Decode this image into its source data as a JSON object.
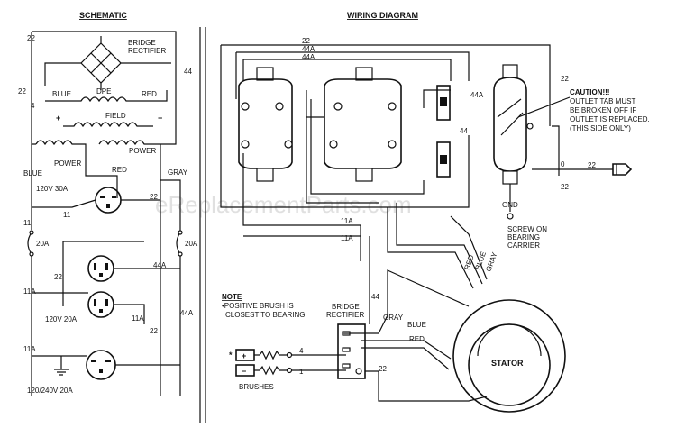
{
  "headers": {
    "schematic": "SCHEMATIC",
    "wiring": "WIRING DIAGRAM"
  },
  "watermark": "eReplacementParts.com",
  "schematic": {
    "bridge_rectifier": [
      "BRIDGE",
      "RECTIFIER"
    ],
    "wire_22_top": "22",
    "wire_44": "44",
    "wire_4": "4",
    "blue": "BLUE",
    "dpe": "DPE",
    "red": "RED",
    "field": "FIELD",
    "plus": "+",
    "minus": "−",
    "power_right": "POWER",
    "power_left": "POWER",
    "blue_left": "BLUE",
    "red_mid": "RED",
    "gray": "GRAY",
    "outlet_30a": "120V  30A",
    "wire_22_a": "22",
    "wire_11_a": "11",
    "wire_11_b": "11",
    "breaker_20a_left": "20A",
    "breaker_20a_right": "20A",
    "wire_22_b": "22",
    "wire_44a_a": "44A",
    "wire_11a_a": "11A",
    "wire_11a_b": "11A",
    "outlet_20a": "120V  20A",
    "wire_44a_b": "44A",
    "wire_22_c": "22",
    "wire_11a_c": "11A",
    "outlet_240": "120/240V  20A"
  },
  "wiring": {
    "wire_22": "22",
    "wire_44a_1": "44A",
    "wire_44a_2": "44A",
    "wire_44a_3": "44A",
    "wire_22_r": "22",
    "caution": [
      "CAUTION!!!",
      "OUTLET TAB MUST",
      "BE BROKEN OFF IF",
      "OUTLET IS REPLACED.",
      "(THIS SIDE ONLY)"
    ],
    "wire_44_mid": "44",
    "wire_0": "0",
    "wire_22_plug": "22",
    "wire_22_plug2": "22",
    "gnd": "GND",
    "screw": [
      "SCREW ON",
      "BEARING",
      "CARRIER"
    ],
    "wire_11a_1": "11A",
    "wire_11a_2": "11A",
    "gray": "GRAY",
    "red": "RED",
    "blue": "BLUE",
    "note_title": "NOTE",
    "note": [
      "•POSITIVE BRUSH IS",
      "CLOSEST TO BEARING"
    ],
    "bridge_rectifier": [
      "BRIDGE",
      "RECTIFIER"
    ],
    "wire_44": "44",
    "gray_2": "GRAY",
    "blue_2": "BLUE",
    "red_2": "RED",
    "stator": "STATOR",
    "brush_plus": "+",
    "brush_minus": "−",
    "wire_4": "4",
    "wire_1": "1",
    "wire_22_b": "22",
    "brushes": "BRUSHES",
    "star": "*"
  }
}
